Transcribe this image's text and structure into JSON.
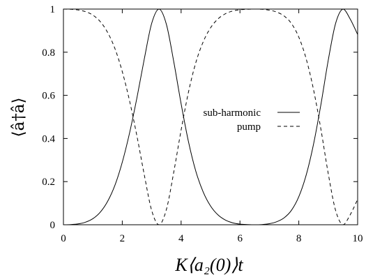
{
  "chart_data": {
    "type": "line",
    "xlabel": "K⟨a₂(0)⟩t",
    "ylabel": "⟨â†â⟩",
    "xlim": [
      0,
      10
    ],
    "ylim": [
      0,
      1
    ],
    "xticks": [
      0,
      2,
      4,
      6,
      8,
      10
    ],
    "yticks": [
      0,
      0.2,
      0.4,
      0.6,
      0.8,
      1
    ],
    "xtick_labels": [
      "0",
      "2",
      "4",
      "6",
      "8",
      "10"
    ],
    "ytick_labels": [
      "0",
      "0.2",
      "0.4",
      "0.6",
      "0.8",
      "1"
    ],
    "legend": "center-right",
    "grid": false,
    "x": [
      0,
      0.25,
      0.5,
      0.75,
      1.0,
      1.25,
      1.5,
      1.75,
      2.0,
      2.25,
      2.5,
      2.75,
      3.0,
      3.25,
      3.5,
      3.75,
      4.0,
      4.25,
      4.5,
      4.75,
      5.0,
      5.25,
      5.5,
      5.75,
      6.0,
      6.25,
      6.5,
      6.75,
      7.0,
      7.25,
      7.5,
      7.75,
      8.0,
      8.25,
      8.5,
      8.75,
      9.0,
      9.25,
      9.5,
      9.75,
      10.0
    ],
    "series": [
      {
        "name": "sub-harmonic",
        "style": "solid",
        "color": "#000000",
        "values": [
          0.0,
          0.001,
          0.004,
          0.012,
          0.028,
          0.058,
          0.108,
          0.183,
          0.29,
          0.427,
          0.59,
          0.77,
          0.934,
          1.0,
          0.929,
          0.756,
          0.561,
          0.385,
          0.248,
          0.152,
          0.087,
          0.046,
          0.022,
          0.009,
          0.003,
          0.001,
          0.0,
          0.001,
          0.005,
          0.014,
          0.032,
          0.067,
          0.13,
          0.23,
          0.373,
          0.556,
          0.762,
          0.933,
          1.0,
          0.953,
          0.882
        ]
      },
      {
        "name": "pump",
        "style": "dashed",
        "color": "#000000",
        "values": [
          1.0,
          0.999,
          0.996,
          0.988,
          0.972,
          0.942,
          0.892,
          0.817,
          0.71,
          0.573,
          0.41,
          0.23,
          0.066,
          0.0,
          0.071,
          0.244,
          0.439,
          0.615,
          0.752,
          0.848,
          0.913,
          0.954,
          0.978,
          0.991,
          0.997,
          0.999,
          1.0,
          0.999,
          0.995,
          0.986,
          0.968,
          0.933,
          0.87,
          0.77,
          0.627,
          0.444,
          0.238,
          0.067,
          0.0,
          0.047,
          0.118
        ]
      }
    ]
  }
}
